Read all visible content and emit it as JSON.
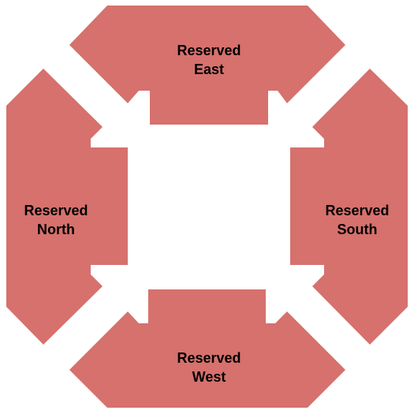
{
  "colors": {
    "section_fill": "#d6716d",
    "background": "#ffffff",
    "label": "#000000"
  },
  "sections": [
    {
      "id": "east",
      "line1": "Reserved",
      "line2": "East"
    },
    {
      "id": "north",
      "line1": "Reserved",
      "line2": "North"
    },
    {
      "id": "south",
      "line1": "Reserved",
      "line2": "South"
    },
    {
      "id": "west",
      "line1": "Reserved",
      "line2": "West"
    }
  ]
}
